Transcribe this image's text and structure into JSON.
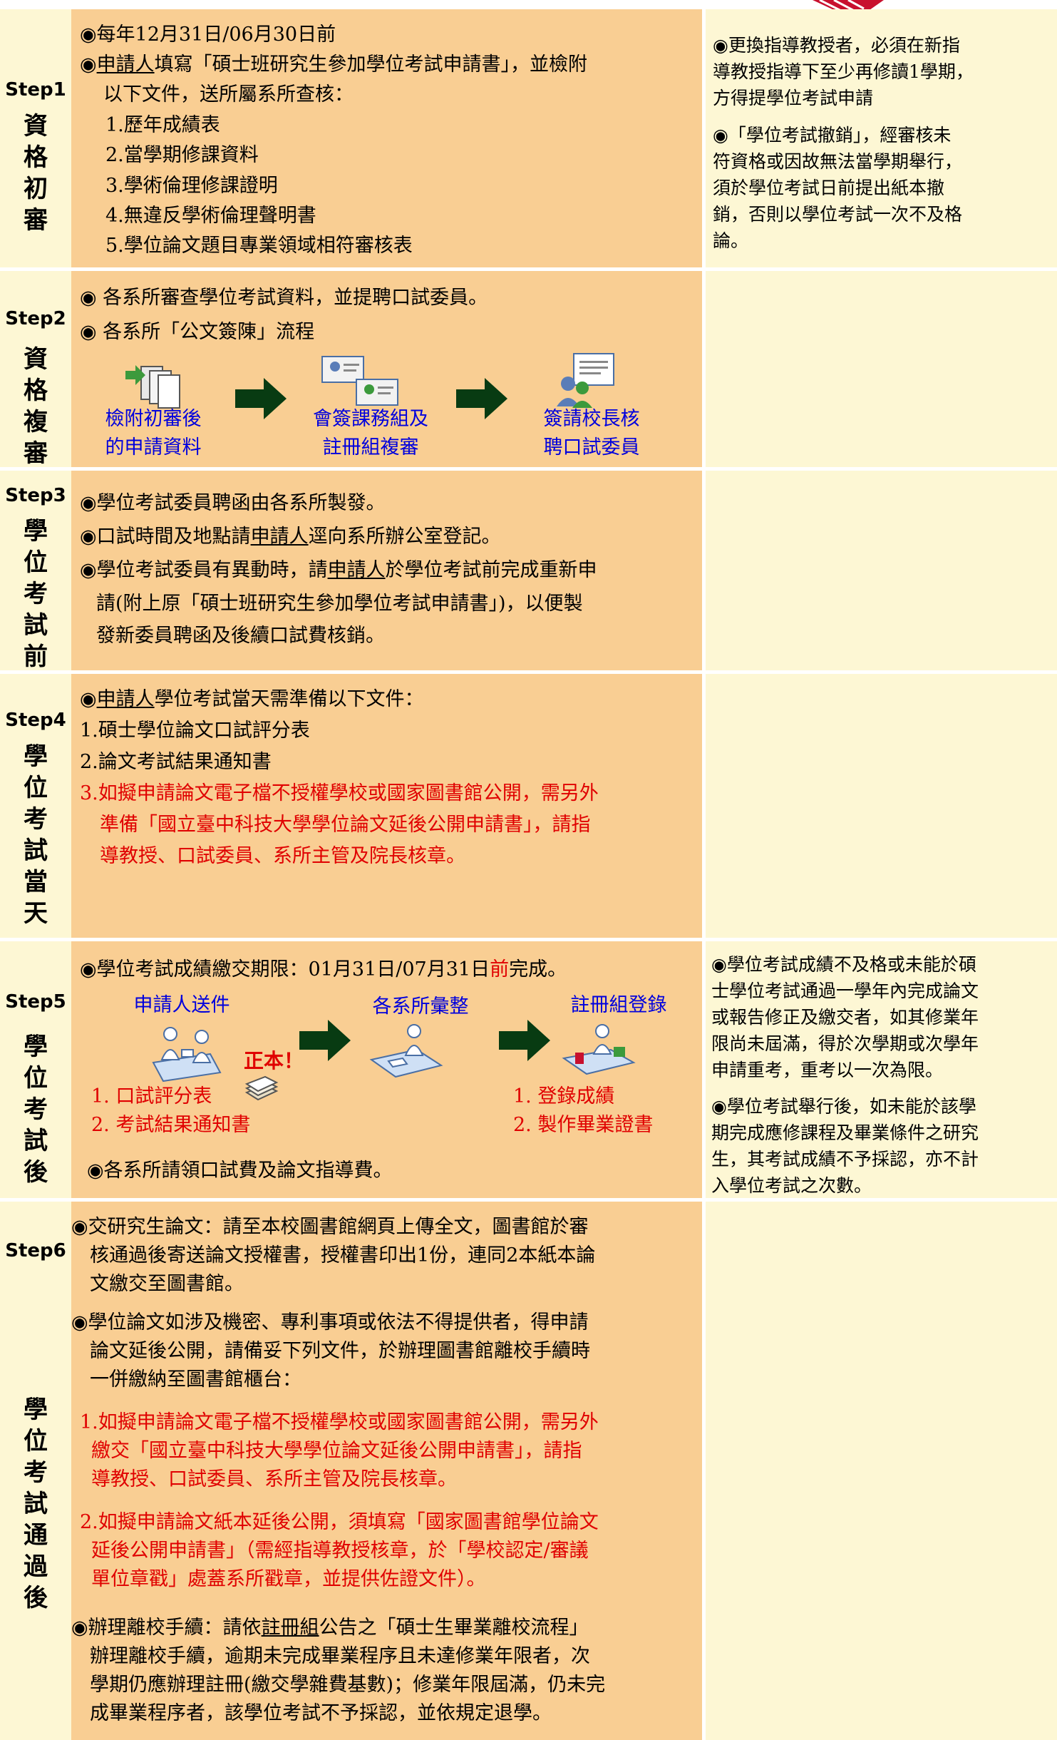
{
  "colors": {
    "left": "#FDF7D4",
    "middle": "#F9CE93",
    "right": "#FDF7D4",
    "red": "#E00000",
    "blue": "#0000DD"
  },
  "step1": {
    "step": "Step1",
    "label": [
      "資",
      "格",
      "初",
      "審"
    ],
    "l1": "◉每年12月31日/06月30日前",
    "l2a": "◉",
    "l2b": "申請人",
    "l2c": "填寫「碩士班研究生參加學位考試申請書」，並檢附",
    "l3": "以下文件，送所屬系所查核：",
    "items": [
      "1.歷年成績表",
      "2.當學期修課資料",
      "3.學術倫理修課證明",
      "4.無違反學術倫理聲明書",
      "5.學位論文題目專業領域相符審核表"
    ],
    "note1": [
      "◉更換指導教授者，必須在新指",
      "導教授指導下至少再修讀1學期，",
      "方得提學位考試申請"
    ],
    "note2": [
      "◉「學位考試撤銷」，經審核未",
      "符資格或因故無法當學期舉行，",
      "須於學位考試日前提出紙本撤",
      "銷，否則以學位考試一次不及格",
      "論。"
    ]
  },
  "step2": {
    "step": "Step2",
    "label": [
      "資",
      "格",
      "複",
      "審"
    ],
    "l1": "◉ 各系所審查學位考試資料，並提聘口試委員。",
    "l2": "◉ 各系所「公文簽陳」流程",
    "flow1": [
      "檢附初審後",
      "的申請資料"
    ],
    "flow2": [
      "會簽課務組及",
      "註冊組複審"
    ],
    "flow3": [
      "簽請校長核",
      "聘口試委員"
    ]
  },
  "step3": {
    "step": "Step3",
    "label": [
      "學",
      "位",
      "考",
      "試",
      "前"
    ],
    "l1": "◉學位考試委員聘函由各系所製發。",
    "l2a": "◉口試時間及地點請",
    "l2b": "申請人",
    "l2c": "逕向系所辦公室登記。",
    "l3a": "◉學位考試委員有異動時，請",
    "l3b": "申請人",
    "l3c": "於學位考試前完成重新申",
    "l4": "請(附上原「碩士班研究生參加學位考試申請書」)，以便製",
    "l5": "發新委員聘函及後續口試費核銷。"
  },
  "step4": {
    "step": "Step4",
    "label": [
      "學",
      "位",
      "考",
      "試",
      "當",
      "天"
    ],
    "l1a": "◉",
    "l1b": "申請人",
    "l1c": "學位考試當天需準備以下文件：",
    "l2": "1.碩士學位論文口試評分表",
    "l3": "2.論文考試結果通知書",
    "l4": "3.如擬申請論文電子檔不授權學校或國家圖書館公開，需另外",
    "l5": "準備「國立臺中科技大學學位論文延後公開申請書」，請指",
    "l6": "導教授、口試委員、系所主管及院長核章。"
  },
  "step5": {
    "step": "Step5",
    "label": [
      "學",
      "位",
      "考",
      "試",
      "後"
    ],
    "l1a": "◉學位考試成績繳交期限：01月31日/07月31日",
    "l1b": "前",
    "l1c": "完成。",
    "h1": "申請人送件",
    "h2": "各系所彙整",
    "h3": "註冊組登錄",
    "stamp": "正本！",
    "a1": "1. 口試評分表",
    "a2": "2. 考試結果通知書",
    "b1": "1. 登錄成績",
    "b2": "2. 製作畢業證書",
    "l2": "◉各系所請領口試費及論文指導費。",
    "note1": [
      "◉學位考試成績不及格或未能於碩",
      "士學位考試通過一學年內完成論文",
      "或報告修正及繳交者，如其修業年",
      "限尚未屆滿，得於次學期或次學年",
      "申請重考，重考以一次為限。"
    ],
    "note2": [
      "◉學位考試舉行後，如未能於該學",
      "期完成應修課程及畢業條件之研究",
      "生，其考試成績不予採認，亦不計",
      "入學位考試之次數。"
    ]
  },
  "step6": {
    "step": "Step6",
    "label": [
      "學",
      "位",
      "考",
      "試",
      "通",
      "過",
      "後"
    ],
    "p1": [
      "◉交研究生論文：請至本校圖書館網頁上傳全文，圖書館於審",
      "核通過後寄送論文授權書，授權書印出1份，連同2本紙本論",
      "文繳交至圖書館。"
    ],
    "p2": [
      "◉學位論文如涉及機密、專利事項或依法不得提供者，得申請",
      "論文延後公開，請備妥下列文件，於辦理圖書館離校手續時",
      "一併繳納至圖書館櫃台："
    ],
    "p3": [
      "1.如擬申請論文電子檔不授權學校或國家圖書館公開，需另外",
      "繳交「國立臺中科技大學學位論文延後公開申請書」，請指",
      "導教授、口試委員、系所主管及院長核章。"
    ],
    "p4": [
      "2.如擬申請論文紙本延後公開，須填寫「國家圖書館學位論文",
      "延後公開申請書」（需經指導教授核章，於「學校認定/審議",
      "單位章戳」處蓋系所戳章，並提供佐證文件）。"
    ],
    "p5a": "◉辦理離校手續：請依",
    "p5b": "註冊組",
    "p5c": "公告之「碩士生畢業離校流程」",
    "p5": [
      "辦理離校手續，逾期未完成畢業程序且未達修業年限者，次",
      "學期仍應辦理註冊(繳交學雜費基數)；修業年限屆滿，仍未完",
      "成畢業程序者，該學位考試不予採認，並依規定退學。"
    ]
  }
}
